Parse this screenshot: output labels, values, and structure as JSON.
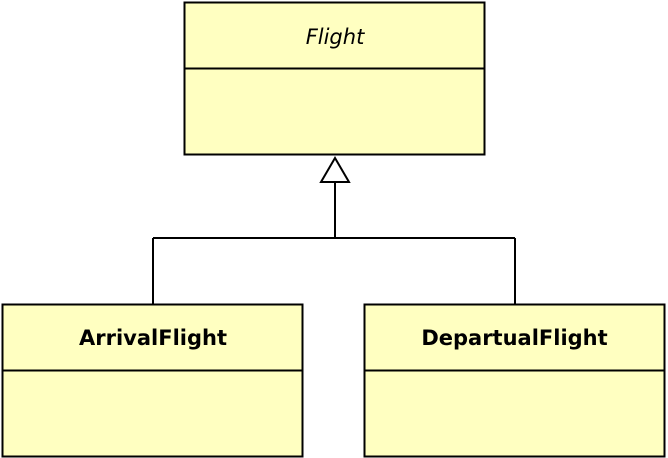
{
  "diagram": {
    "type": "uml-class-diagram",
    "colors": {
      "class_fill": "#ffffc1",
      "stroke": "#000000",
      "background": "#ffffff"
    },
    "classes": {
      "flight": {
        "name": "Flight",
        "abstract": true
      },
      "arrival": {
        "name": "ArrivalFlight",
        "abstract": false
      },
      "departual": {
        "name": "DepartualFlight",
        "abstract": false
      }
    },
    "relationships": [
      {
        "type": "generalization",
        "from": "ArrivalFlight",
        "to": "Flight"
      },
      {
        "type": "generalization",
        "from": "DepartualFlight",
        "to": "Flight"
      }
    ]
  }
}
